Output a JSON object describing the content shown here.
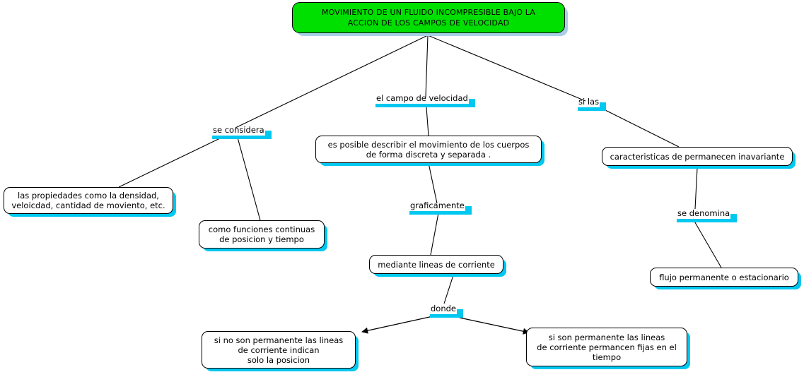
{
  "diagram": {
    "title": "MOVIMIENTO DE UN FLUIDO INCOMPRESIBLE BAJO LA ACCION DE LOS CAMPOS DE  VELOCIDAD",
    "type": "concept-map",
    "language": "es",
    "colors": {
      "root_fill": "#00e000",
      "node_fill": "#ffffff",
      "node_border": "#000000",
      "shadow_cyan": "#00c8f0",
      "root_shadow": "#a8cfe8",
      "edge": "#000000",
      "background": "#ffffff"
    }
  },
  "nodes": [
    {
      "id": "root",
      "line1": "MOVIMIENTO DE UN FLUIDO INCOMPRESIBLE BAJO LA",
      "line2": "ACCION DE LOS CAMPOS DE  VELOCIDAD"
    },
    {
      "id": "propiedades",
      "line1": "las propiedades  como la densidad,",
      "line2": "veloicdad, cantidad de moviento, etc."
    },
    {
      "id": "funciones",
      "line1": "como funciones continuas",
      "line2": "de posicion y tiempo"
    },
    {
      "id": "describir",
      "line1": "es posible describir  el movimiento de los cuerpos",
      "line2": "de forma discreta y separada ."
    },
    {
      "id": "lineas-corriente",
      "line1": "mediante lineas de corriente"
    },
    {
      "id": "no-permanente",
      "line1": "si no son permanente  las lineas",
      "line2": "de corriente indican",
      "line3": "solo la posicion"
    },
    {
      "id": "permanente",
      "line1": "si son permanente las lineas",
      "line2": "de corriente permancen fijas en el",
      "line3": "tiempo"
    },
    {
      "id": "caracteristicas",
      "line1": "caracteristicas de permanecen inavariante"
    },
    {
      "id": "flujo",
      "line1": "flujo permanente o estacionario"
    }
  ],
  "link_labels": [
    {
      "id": "se-considera",
      "text": "se considera"
    },
    {
      "id": "el-campo-de-velocidad",
      "text": "el campo de velocidad"
    },
    {
      "id": "si-las",
      "text": "si las"
    },
    {
      "id": "graficamente",
      "text": "graficamente"
    },
    {
      "id": "donde",
      "text": "donde"
    },
    {
      "id": "se-denomina",
      "text": "se denomina"
    }
  ]
}
